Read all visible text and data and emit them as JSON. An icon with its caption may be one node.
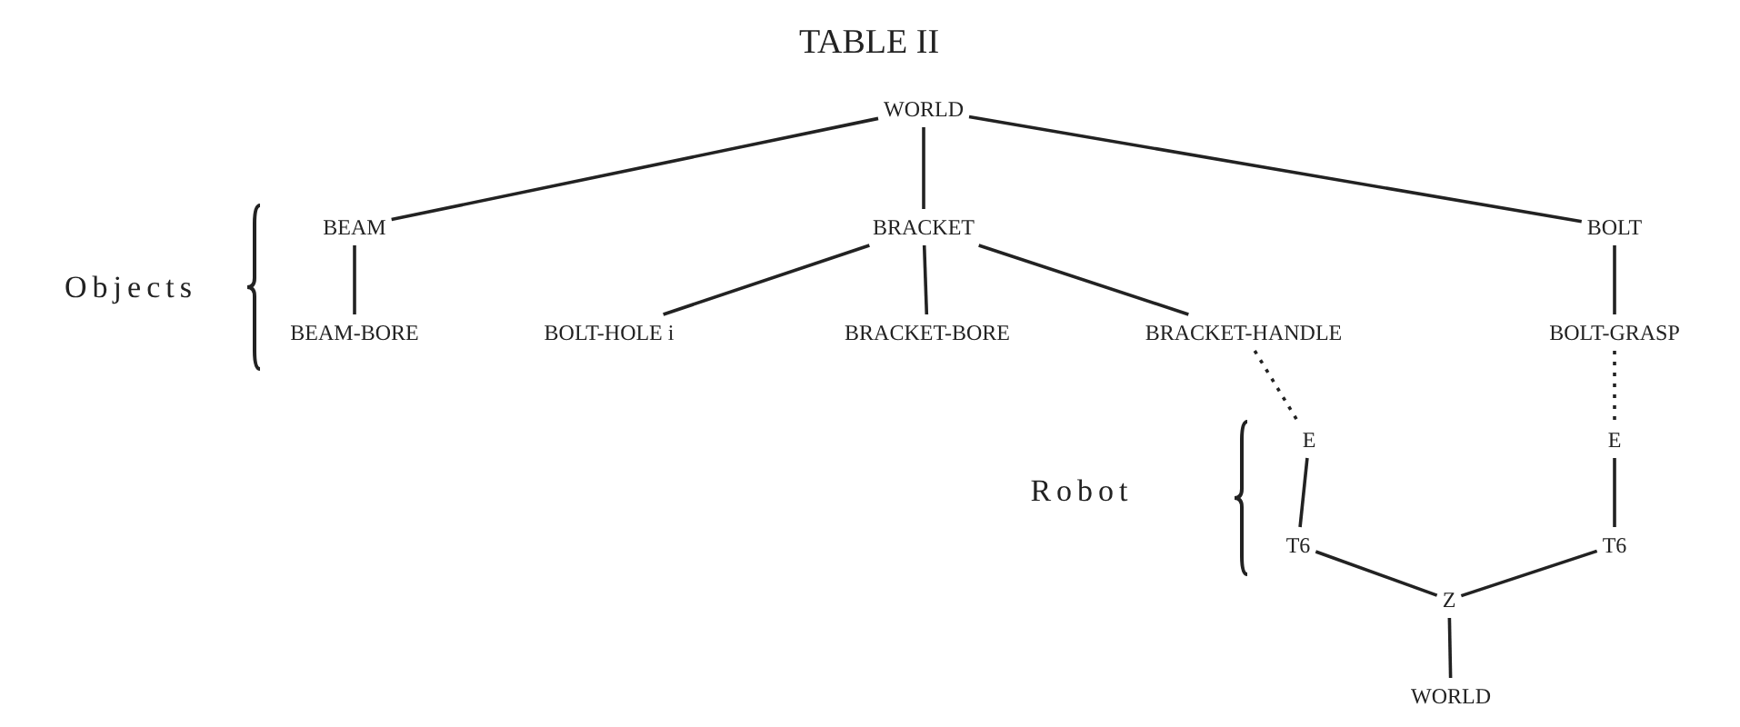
{
  "diagram": {
    "title": "TABLE II",
    "nodes": [
      {
        "text": [
          "WORLD"
        ]
      },
      {
        "text": [
          "BEAM"
        ]
      },
      {
        "text": [
          "BRACKET"
        ]
      },
      {
        "text": [
          "BOLT"
        ]
      },
      {
        "text": [
          "BEAM-BORE"
        ]
      },
      {
        "text": [
          "BOLT-HOLE i"
        ]
      },
      {
        "text": [
          "BRACKET-BORE"
        ]
      },
      {
        "text": [
          "BRACKET-HANDLE"
        ]
      },
      {
        "text": [
          "BOLT-GRASP"
        ]
      },
      {
        "text": [
          "E"
        ]
      },
      {
        "text": [
          "E"
        ]
      },
      {
        "text": [
          "T6"
        ]
      },
      {
        "text": [
          "T6"
        ]
      },
      {
        "text": [
          "Z"
        ]
      },
      {
        "text": [
          "WORLD"
        ]
      }
    ],
    "edges": [
      {
        "from": 0,
        "to": 1,
        "arrow": "none"
      },
      {
        "from": 0,
        "to": 2,
        "arrow": "none"
      },
      {
        "from": 0,
        "to": 3,
        "arrow": "none"
      },
      {
        "from": 1,
        "to": 4,
        "arrow": "none"
      },
      {
        "from": 2,
        "to": 5,
        "arrow": "none"
      },
      {
        "from": 2,
        "to": 6,
        "arrow": "none"
      },
      {
        "from": 2,
        "to": 7,
        "arrow": "none"
      },
      {
        "from": 3,
        "to": 8,
        "arrow": "none"
      },
      {
        "from": 7,
        "to": 9,
        "arrow": "none",
        "style": "dashed"
      },
      {
        "from": 8,
        "to": 10,
        "arrow": "none",
        "style": "dashed"
      },
      {
        "from": 9,
        "to": 11,
        "arrow": "none"
      },
      {
        "from": 10,
        "to": 12,
        "arrow": "none"
      },
      {
        "from": 11,
        "to": 13,
        "arrow": "none"
      },
      {
        "from": 12,
        "to": 13,
        "arrow": "none"
      },
      {
        "from": 13,
        "to": 14,
        "arrow": "none"
      }
    ],
    "labels": [
      "Objects",
      "Robot"
    ]
  }
}
